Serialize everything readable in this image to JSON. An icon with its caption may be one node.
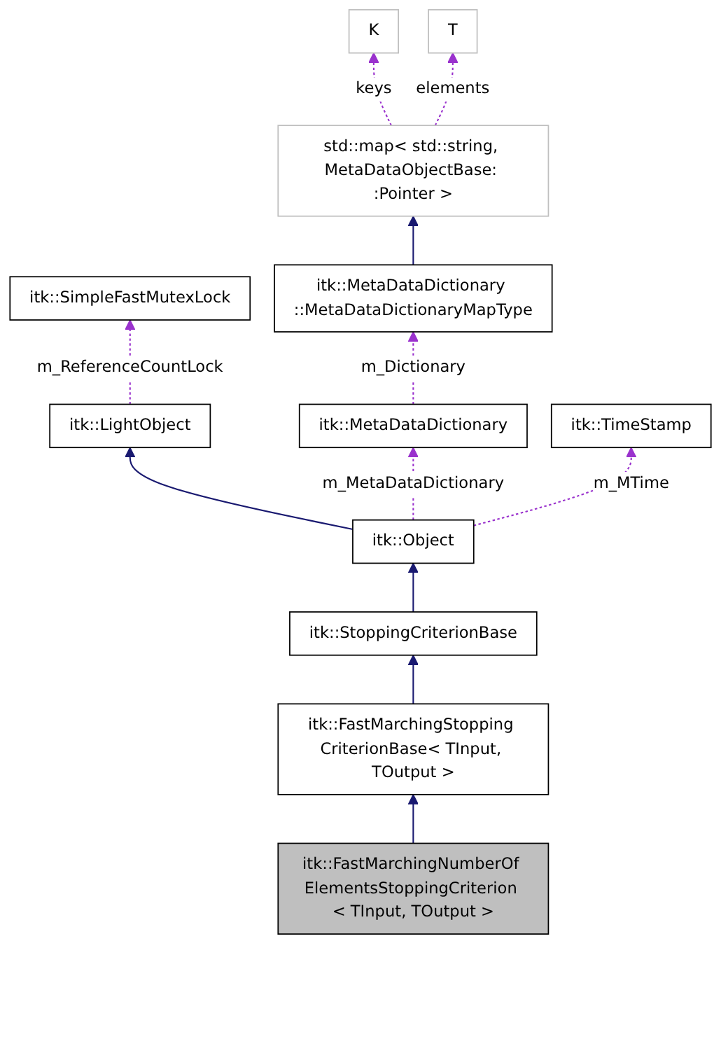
{
  "diagram": {
    "nodes": [
      {
        "text": [
          "K"
        ]
      },
      {
        "text": [
          "T"
        ]
      },
      {
        "text": [
          "std::map< std::string, MetaDataObjectBase: :Pointer >"
        ]
      },
      {
        "text": [
          "itk::SimpleFastMutexLock"
        ]
      },
      {
        "text": [
          "itk::MetaDataDictionary ::MetaDataDictionaryMapType"
        ]
      },
      {
        "text": [
          "itk::LightObject"
        ]
      },
      {
        "text": [
          "itk::MetaDataDictionary"
        ]
      },
      {
        "text": [
          "itk::TimeStamp"
        ]
      },
      {
        "text": [
          "itk::Object"
        ]
      },
      {
        "text": [
          "itk::StoppingCriterionBase"
        ]
      },
      {
        "text": [
          "itk::FastMarchingStopping CriterionBase< TInput, TOutput >"
        ]
      },
      {
        "text": [
          "itk::FastMarchingNumberOf ElementsStoppingCriterion < TInput, TOutput >"
        ]
      }
    ],
    "edges": [
      {
        "from": 2,
        "to": 0,
        "arrow": "to",
        "label": "keys",
        "style": "dashed"
      },
      {
        "from": 2,
        "to": 1,
        "arrow": "to",
        "label": "elements",
        "style": "dashed"
      },
      {
        "from": 4,
        "to": 2,
        "arrow": "to",
        "color": "#191970"
      },
      {
        "from": 5,
        "to": 3,
        "arrow": "to",
        "label": "m_ReferenceCountLock",
        "style": "dashed"
      },
      {
        "from": 6,
        "to": 4,
        "arrow": "to",
        "label": "m_Dictionary",
        "style": "dashed"
      },
      {
        "from": 8,
        "to": 5,
        "arrow": "to",
        "color": "#191970"
      },
      {
        "from": 8,
        "to": 6,
        "arrow": "to",
        "label": "m_MetaDataDictionary",
        "style": "dashed"
      },
      {
        "from": 8,
        "to": 7,
        "arrow": "to",
        "label": "m_MTime",
        "style": "dashed"
      },
      {
        "from": 9,
        "to": 8,
        "arrow": "to",
        "color": "#191970"
      },
      {
        "from": 10,
        "to": 9,
        "arrow": "to",
        "color": "#191970"
      },
      {
        "from": 11,
        "to": 10,
        "arrow": "to",
        "color": "#191970"
      }
    ]
  }
}
